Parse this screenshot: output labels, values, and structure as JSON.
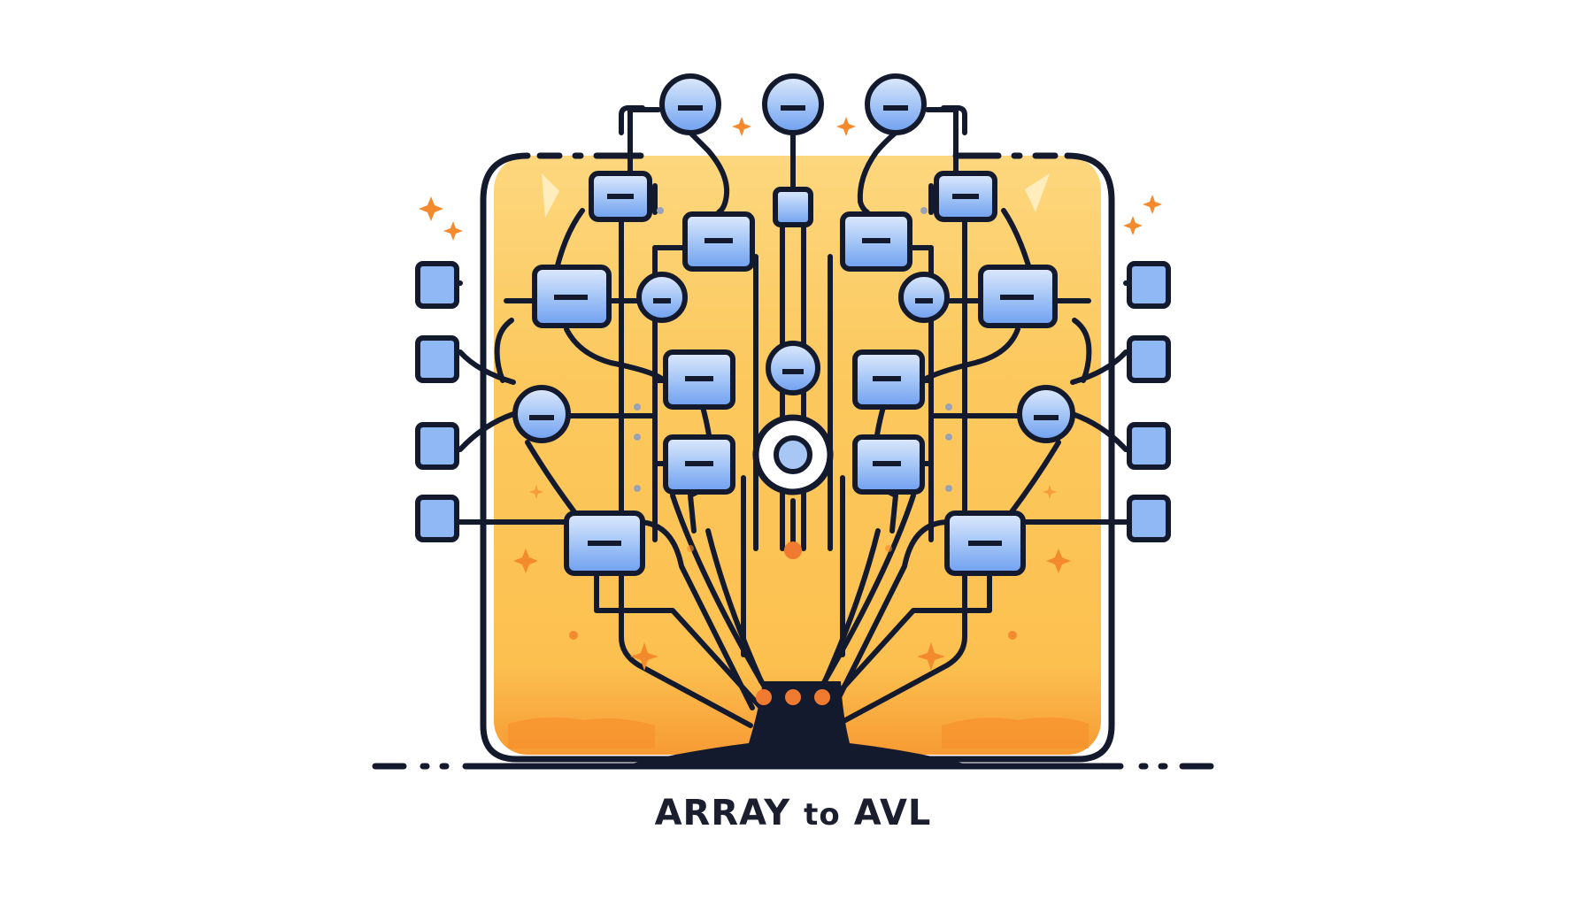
{
  "caption": {
    "word_a": "ARRAY",
    "word_b": "to",
    "word_c": "AVL"
  },
  "colors": {
    "ink": "#141a2e",
    "panel": "#fcc65a",
    "panel_bottom": "#f7a53f",
    "node_fill": "#8fb8f4",
    "node_fill_light": "#d8e6fb",
    "spark": "#f48a2e",
    "root_dot": "#f07a2f",
    "background": "#ffffff"
  },
  "icons": [
    "tree-trunk-icon",
    "rectangle-node-icon",
    "circle-node-icon",
    "target-root-icon",
    "sparkle-icon",
    "array-cell-icon"
  ]
}
